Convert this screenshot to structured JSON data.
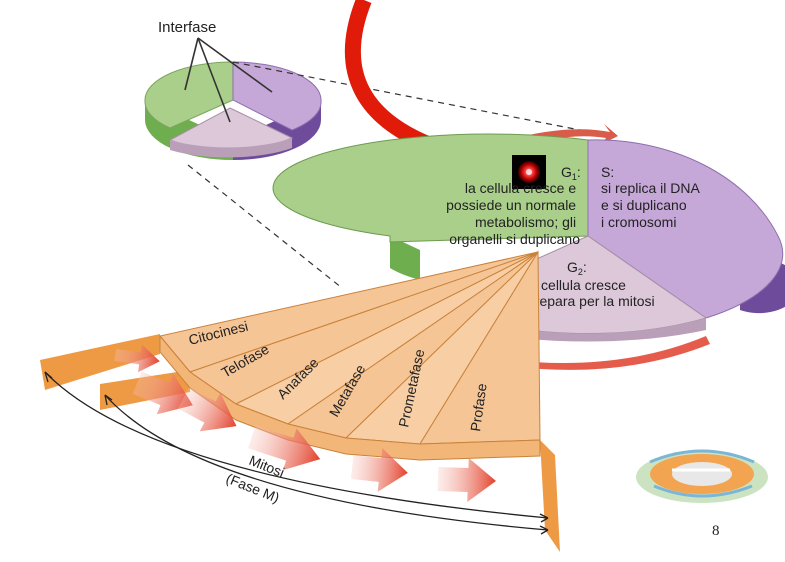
{
  "labels": {
    "interfase": "Interfase",
    "g1_title": "G",
    "g1_sub": "1",
    "g1_colon": ":",
    "g1_lines": [
      "la cellula cresce e",
      "possiede un normale",
      "metabolismo; gli",
      "organelli si duplicano"
    ],
    "s_title": "S:",
    "s_lines": [
      "si replica il DNA",
      "e si duplicano",
      "i cromosomi"
    ],
    "g2_title": "G",
    "g2_sub": "2",
    "g2_colon": ":",
    "g2_lines": [
      "la cellula cresce",
      "e si prepara per la mitosi"
    ],
    "phases": [
      "Citocinesi",
      "Telofase",
      "Anafase",
      "Metafase",
      "Prometafase",
      "Profase"
    ],
    "mitosi": "Mitosi",
    "fase_m": "(Fase M)"
  },
  "slide_number": "8",
  "colors": {
    "g1": "#a9cf8a",
    "g1_side": "#6fae4e",
    "s": "#c6a8d8",
    "s_side": "#6e4c9b",
    "g2": "#dcc8d8",
    "g2_side": "#b9a0b8",
    "mitosis": "#f6c596",
    "mitosis_edge": "#d98a3d",
    "mitosis_side": "#ee9a45",
    "arrow_red": "#e23a22"
  }
}
